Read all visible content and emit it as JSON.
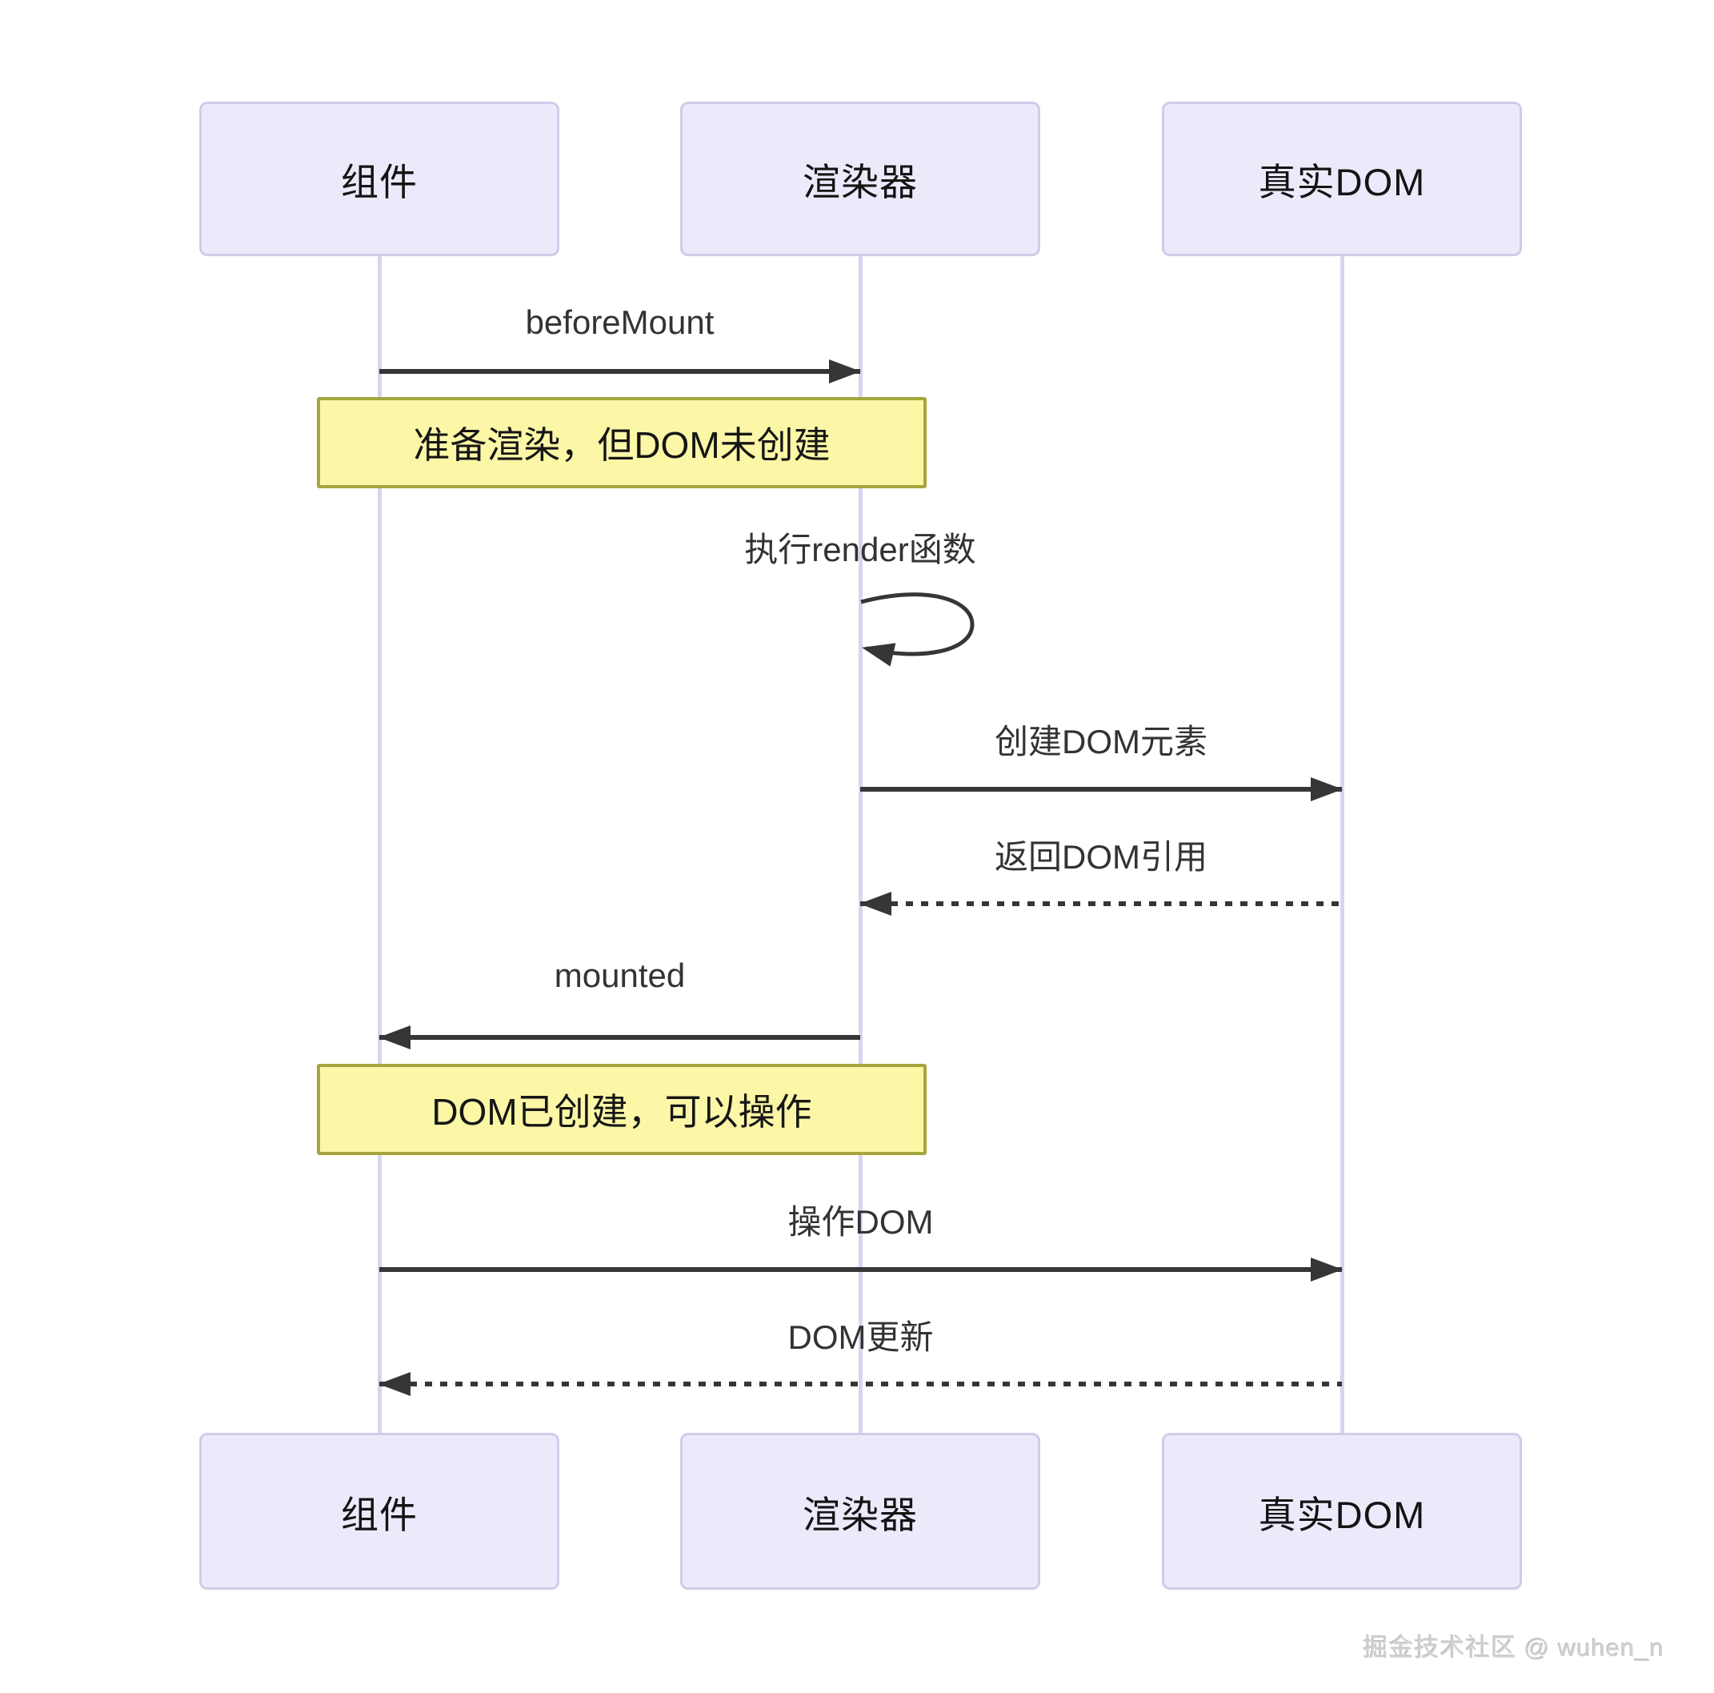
{
  "colors": {
    "actor_fill": "#ECEAFA",
    "actor_border": "#CFCBEA",
    "lifeline": "#D8D4F0",
    "note_fill": "#FBF7A6",
    "note_border": "#A5A53C",
    "arrow": "#363636",
    "label_text": "#333333",
    "actor_text": "#141414",
    "note_text": "#161616",
    "watermark_text": "#D2D2D2"
  },
  "diagram": {
    "type": "sequence",
    "actors": [
      {
        "name": "component",
        "label": "组件"
      },
      {
        "name": "renderer",
        "label": "渲染器"
      },
      {
        "name": "real-dom",
        "label": "真实DOM"
      }
    ],
    "messages": [
      {
        "from": "组件",
        "to": "渲染器",
        "label": "beforeMount",
        "line": "solid"
      },
      {
        "from": "渲染器",
        "to": "渲染器",
        "label": "执行render函数",
        "line": "self-loop"
      },
      {
        "from": "渲染器",
        "to": "真实DOM",
        "label": "创建DOM元素",
        "line": "solid"
      },
      {
        "from": "真实DOM",
        "to": "渲染器",
        "label": "返回DOM引用",
        "line": "dotted"
      },
      {
        "from": "渲染器",
        "to": "组件",
        "label": "mounted",
        "line": "solid"
      },
      {
        "from": "组件",
        "to": "真实DOM",
        "label": "操作DOM",
        "line": "solid"
      },
      {
        "from": "真实DOM",
        "to": "组件",
        "label": "DOM更新",
        "line": "dotted"
      }
    ],
    "notes": [
      {
        "over": [
          "组件",
          "渲染器"
        ],
        "label": "准备渲染，但DOM未创建"
      },
      {
        "over": [
          "组件",
          "渲染器"
        ],
        "label": "DOM已创建，可以操作"
      }
    ]
  },
  "watermark": {
    "label": "掘金技术社区 @ wuhen_n"
  }
}
